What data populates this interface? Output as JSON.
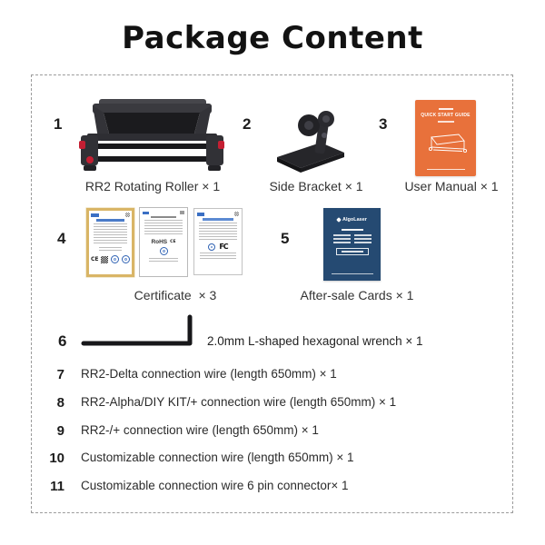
{
  "title": "Package Content",
  "items": [
    {
      "num": "1",
      "label": "RR2 Rotating Roller × 1"
    },
    {
      "num": "2",
      "label": "Side Bracket × 1"
    },
    {
      "num": "3",
      "label": "User Manual × 1"
    },
    {
      "num": "4",
      "label": "Certificate  × 3"
    },
    {
      "num": "5",
      "label": "After-sale Cards × 1"
    },
    {
      "num": "6",
      "label": "2.0mm L-shaped hexagonal wrench × 1"
    },
    {
      "num": "7",
      "label": "RR2-Delta connection wire (length 650mm) × 1"
    },
    {
      "num": "8",
      "label": "RR2-Alpha/DIY KIT/+ connection wire (length 650mm) × 1"
    },
    {
      "num": "9",
      "label": "RR2-/+ connection wire (length 650mm) × 1"
    },
    {
      "num": "10",
      "label": "Customizable connection wire (length 650mm) × 1"
    },
    {
      "num": "11",
      "label": "Customizable connection wire 6 pin connector× 1"
    }
  ],
  "manual": {
    "title": "QUICK START GUIDE"
  },
  "card": {
    "brand": "AlgoLaser"
  },
  "marks": {
    "ce": "CE",
    "rohs": "RoHS",
    "fcc": "FC"
  },
  "colors": {
    "manual_orange": "#E8713B",
    "card_navy": "#254A72",
    "accent_red": "#C41F33",
    "cert_gold": "#D9B566",
    "seal_blue": "#2F62B3"
  }
}
